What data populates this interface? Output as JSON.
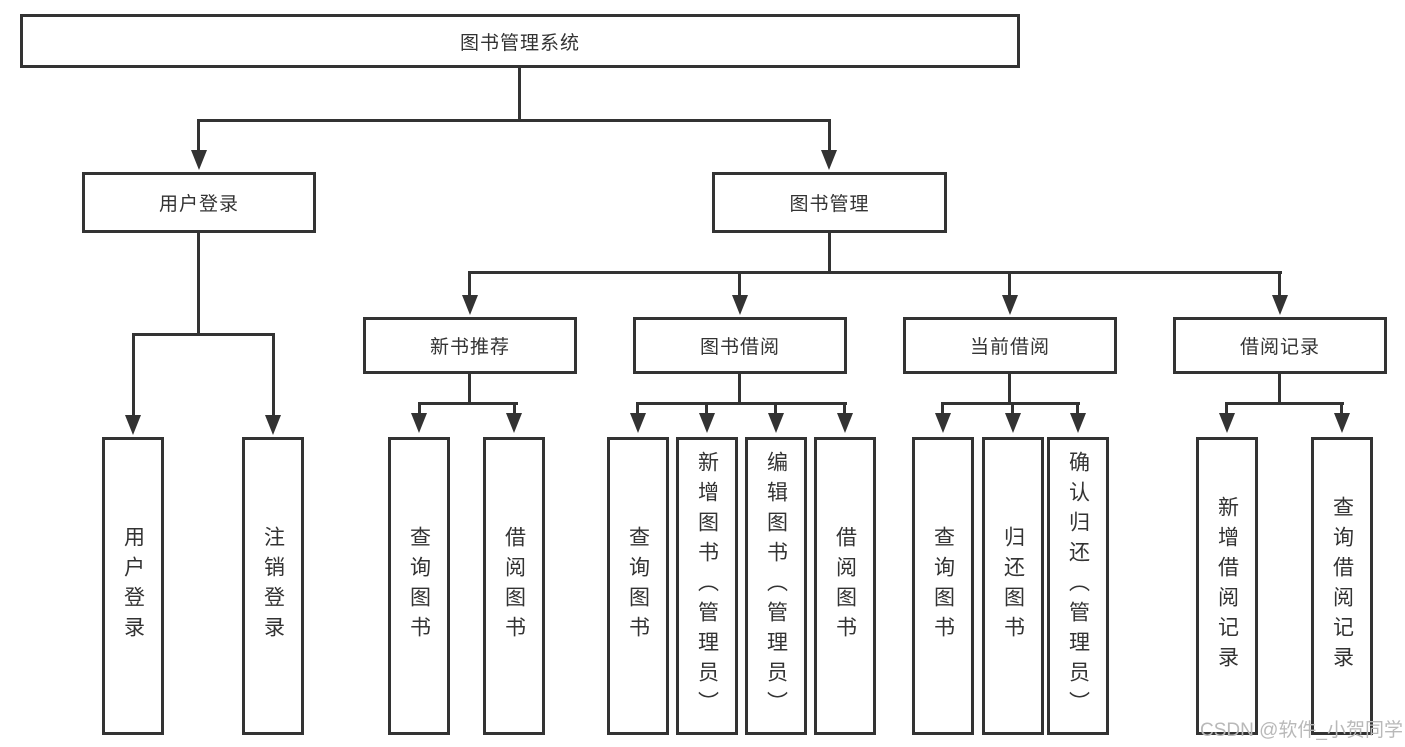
{
  "colors": {
    "line": "#333333",
    "text": "#333333",
    "watermark": "#b9b9b9",
    "bg": "#ffffff"
  },
  "icons": {
    "arrowhead": "triangle-down"
  },
  "watermark": "CSDN @软件_小贺同学",
  "nodes": {
    "root": "图书管理系统",
    "userLogin": "用户登录",
    "bookMgmt": "图书管理",
    "newBookRec": "新书推荐",
    "bookBorrow": "图书借阅",
    "currentBorrow": "当前借阅",
    "borrowRecord": "借阅记录",
    "leaves": {
      "userLogin": [
        "用户登录",
        "注销登录"
      ],
      "newBookRec": [
        "查询图书",
        "借阅图书"
      ],
      "bookBorrow": [
        "查询图书",
        "新增图书（管理员）",
        "编辑图书（管理员）",
        "借阅图书"
      ],
      "currentBorrow": [
        "查询图书",
        "归还图书",
        "确认归还（管理员）"
      ],
      "borrowRecord": [
        "新增借阅记录",
        "查询借阅记录"
      ]
    }
  }
}
